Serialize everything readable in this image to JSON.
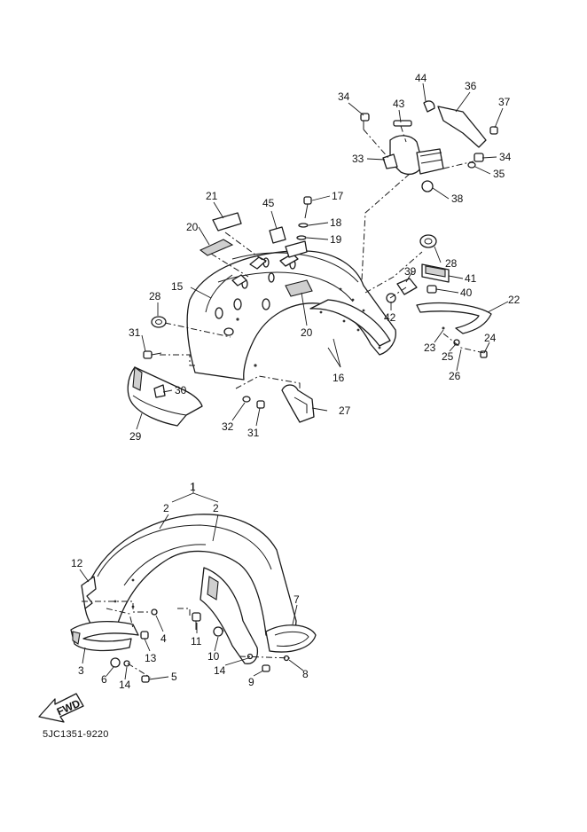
{
  "diagram": {
    "document_code": "5JC1351-9220",
    "direction_tag": "FWD",
    "callouts": {
      "c34a": "34",
      "c43": "43",
      "c44": "44",
      "c36": "36",
      "c37": "37",
      "c33": "33",
      "c34b": "34",
      "c35": "35",
      "c38": "38",
      "c21": "21",
      "c45": "45",
      "c17": "17",
      "c18": "18",
      "c19": "19",
      "c20a": "20",
      "c28a": "28",
      "c15": "15",
      "c28b": "28",
      "c39": "39",
      "c41": "41",
      "c40": "40",
      "c22": "22",
      "c42": "42",
      "c20b": "20",
      "c31a": "31",
      "c16": "16",
      "c23": "23",
      "c24": "24",
      "c25": "25",
      "c26": "26",
      "c30": "30",
      "c27": "27",
      "c32": "32",
      "c31b": "31",
      "c29": "29",
      "c1": "1",
      "c2a": "2",
      "c2b": "2",
      "c12": "12",
      "c7": "7",
      "c4": "4",
      "c11": "11",
      "c13": "13",
      "c10": "10",
      "c3": "3",
      "c14a": "14",
      "c9": "9",
      "c8": "8",
      "c6": "6",
      "c14b": "14",
      "c5": "5"
    }
  }
}
